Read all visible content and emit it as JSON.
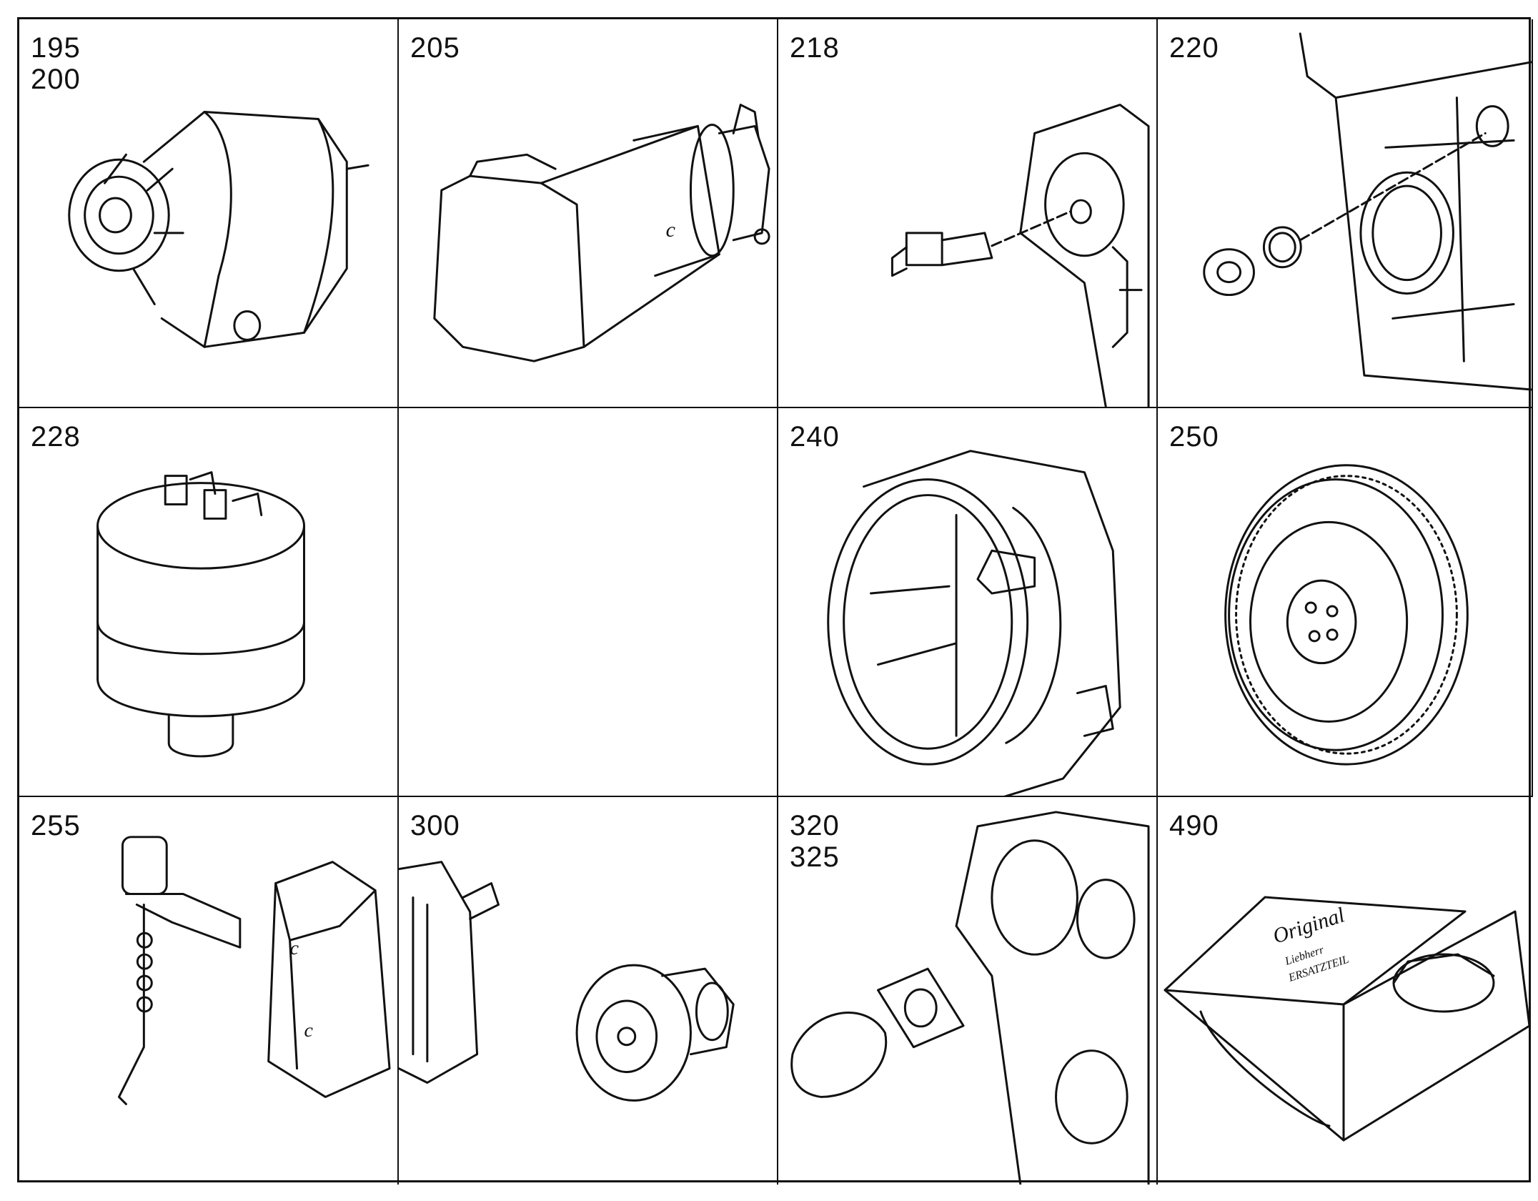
{
  "cells": [
    {
      "part_numbers": "195\n200",
      "illustration": "alternator"
    },
    {
      "part_numbers": "205",
      "illustration": "starter-motor"
    },
    {
      "part_numbers": "218",
      "illustration": "sensor-on-housing"
    },
    {
      "part_numbers": "220",
      "illustration": "seal-ring-on-block"
    },
    {
      "part_numbers": "228",
      "illustration": "pressure-switch"
    },
    {
      "part_numbers": "",
      "illustration": "empty"
    },
    {
      "part_numbers": "240",
      "illustration": "flywheel-housing"
    },
    {
      "part_numbers": "250",
      "illustration": "flywheel-ring-gear"
    },
    {
      "part_numbers": "255",
      "illustration": "stop-solenoid-pump"
    },
    {
      "part_numbers": "300",
      "illustration": "pump-drive"
    },
    {
      "part_numbers": "320\n325",
      "illustration": "cover-gasket-housing"
    },
    {
      "part_numbers": "490",
      "illustration": "gasket-kit-box"
    }
  ],
  "gasket_kit_box": {
    "brand_text": "Original",
    "label_lines": [
      "Liebherr",
      "ERSATZTEIL"
    ]
  }
}
